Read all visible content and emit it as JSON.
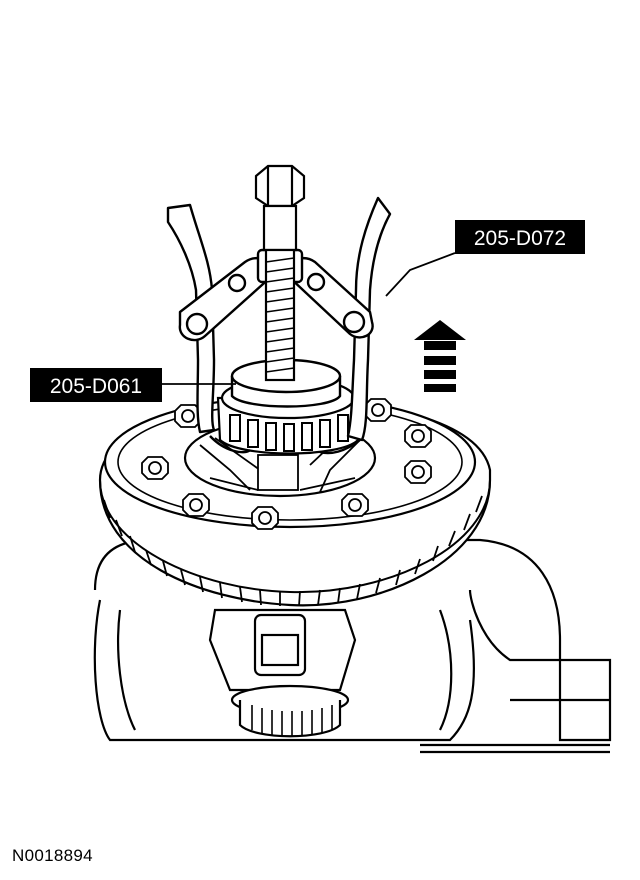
{
  "callouts": {
    "tool_upper": "205-D072",
    "tool_lower": "205-D061"
  },
  "figure_id": "N0018894",
  "colors": {
    "ink": "#000000",
    "paper": "#ffffff"
  },
  "icons": {
    "direction": "arrow-up-icon"
  }
}
